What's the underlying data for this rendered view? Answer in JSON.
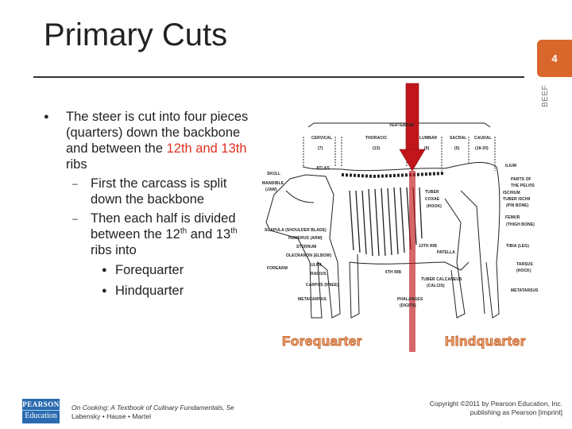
{
  "slide": {
    "title": "Primary Cuts",
    "page_number": "4",
    "section": "BEEF",
    "accent_color": "#d9672b"
  },
  "content": {
    "bullet1_pre": "The steer is cut into four pieces (quarters) down the backbone and between the ",
    "bullet1_highlight": "12th and 13th",
    "bullet1_post": " ribs",
    "sub1": "First the carcass is split down the backbone",
    "sub2_a": "Then each half is divided between the 12",
    "sub2_sup1": "th",
    "sub2_b": " and 13",
    "sub2_sup2": "th",
    "sub2_c": " ribs into",
    "items": [
      "Forequarter",
      "Hindquarter"
    ]
  },
  "diagram": {
    "labels": {
      "vertebrae": "VERTEBRAE",
      "cervical": "CERVICAL",
      "cervical_n": "(7)",
      "thoracic": "THORACIC",
      "thoracic_n": "(13)",
      "lumbar": "LUMBAR",
      "lumbar_n": "(6)",
      "sacral": "SACRAL",
      "sacral_n": "(5)",
      "caudal": "CAUDAL",
      "caudal_n": "(18-20)",
      "skull": "SKULL",
      "mandible": "MANDIBLE",
      "jaw": "(JAW)",
      "atlas": "ATLAS",
      "ilium": "ILIUM",
      "parts_of": "PARTS OF",
      "the_pelvis": "THE PELVIS",
      "ischium": "ISCHIUM",
      "tuber_ischii": "TUBER ISCHII",
      "pin_bone": "(PIN BONE)",
      "tuber": "TUBER",
      "coxae": "COXAE",
      "hook": "(HOOK)",
      "femur": "FEMUR",
      "thigh_bone": "(THIGH BONE)",
      "scapula": "SCAPULA (SHOULDER BLADE)",
      "humerus": "HUMERUS (ARM)",
      "sternum": "STERNUM",
      "olecranon": "OLECRANON (ELBOW)",
      "rib13": "13TH RIB",
      "patella": "PATELLA",
      "tibia": "TIBIA (LEG)",
      "forearm": "FOREARM",
      "ulna": "ULNA",
      "radius": "RADIUS",
      "rib6": "6TH RIB",
      "tarsus": "TARSUS",
      "tarsus_hock": "(HOCK)",
      "tuber_calcaneus": "TUBER CALCANEUS",
      "calcis": "(CALCIS)",
      "carpus": "CARPUS (KNEE)",
      "metatarsus": "METATARSUS",
      "metacarpus": "METACARPUS",
      "phalanges": "PHALANGES",
      "digits": "(DIGITS)"
    },
    "forequarter": "Forequarter",
    "hindquarter": "Hindquarter",
    "cut_marker_color": "#c0161b"
  },
  "footer": {
    "logo_top": "PEARSON",
    "logo_bottom": "Education",
    "book_title": "On Cooking: A Textbook of Culinary Fundamentals, 5e",
    "authors": "Labensky • Hause • Martel",
    "copyright_1": "Copyright ©2011 by Pearson Education, Inc.",
    "copyright_2": "publishing as Pearson [imprint]"
  }
}
